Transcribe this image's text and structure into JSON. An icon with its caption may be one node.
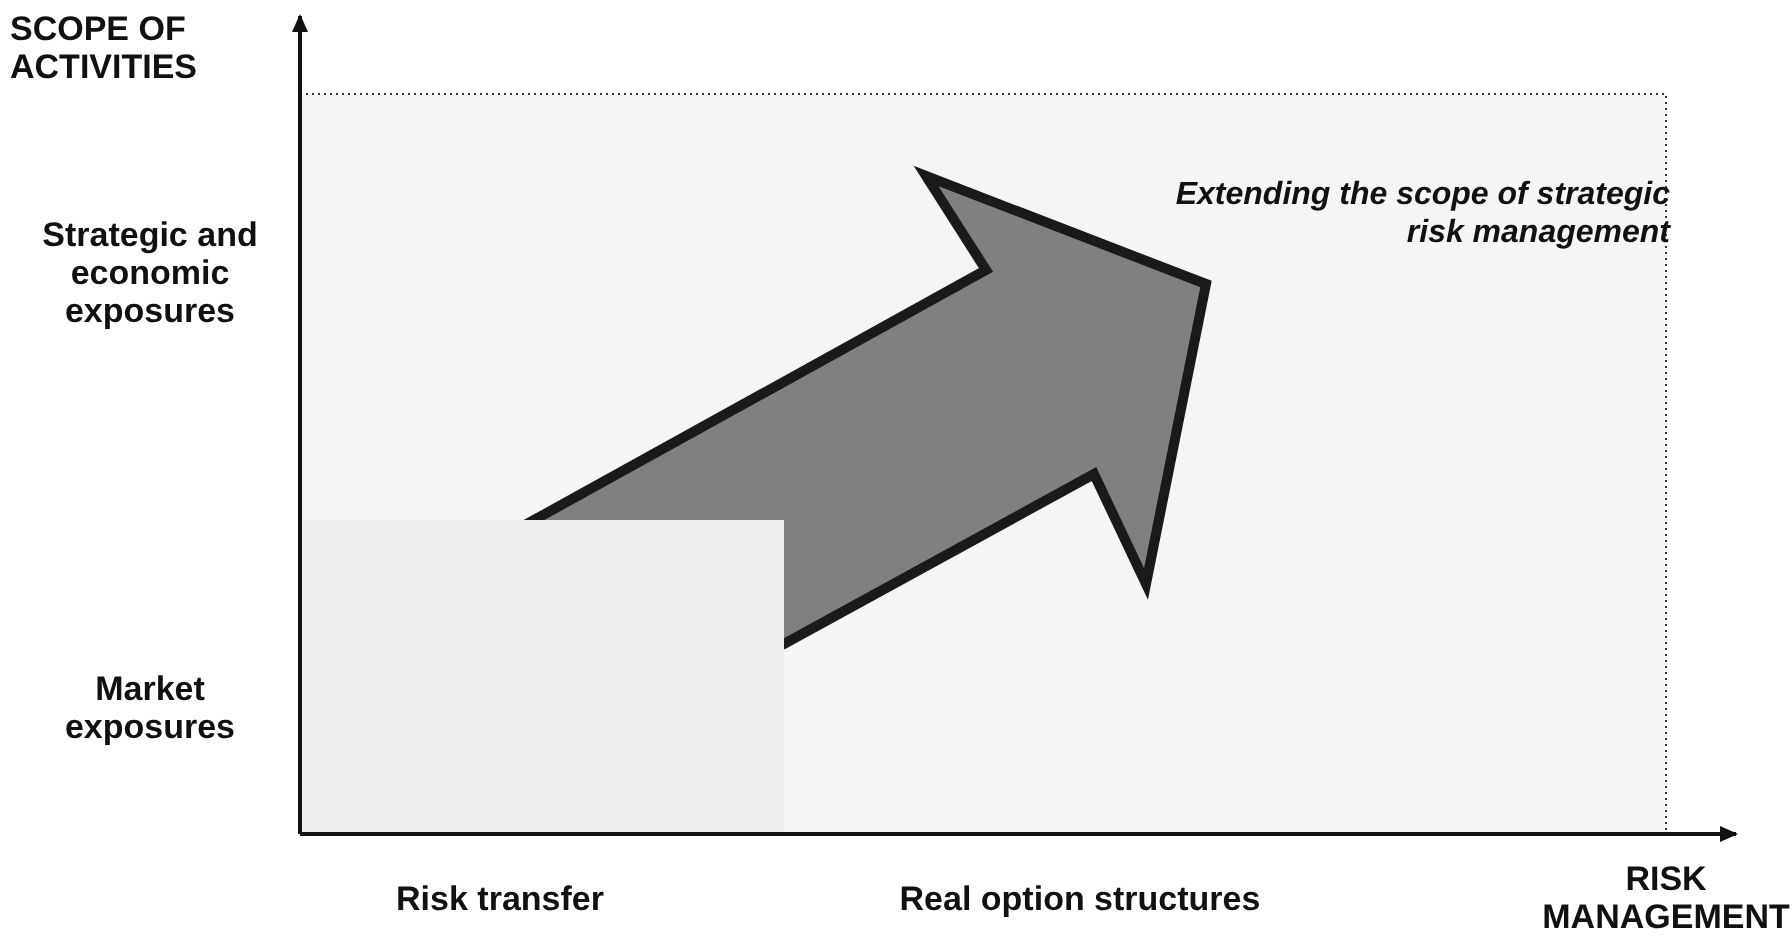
{
  "diagram": {
    "nodes": [
      {
        "text": [],
        "shape": "box"
      },
      {
        "text": [],
        "shape": "box",
        "in": 0
      }
    ],
    "labels": [
      "SCOPE OF ACTIVITIES",
      "Strategic and economic exposures",
      "Market exposures",
      "Extending the scope of strategic risk management",
      "Risk transfer",
      "Real option structures",
      "RISK MANAGEMENT"
    ]
  }
}
